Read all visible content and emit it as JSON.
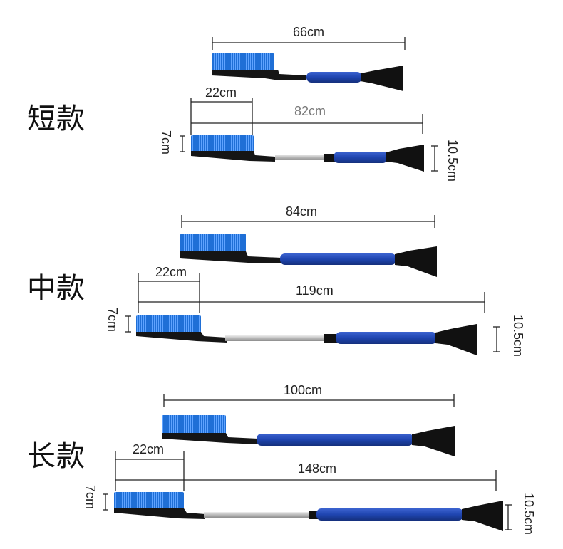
{
  "sections": [
    {
      "title": "短款",
      "full_length": "66cm",
      "head_length": "22cm",
      "ext_length": "82cm",
      "brush_height": "7cm",
      "scraper_width": "10.5cm"
    },
    {
      "title": "中款",
      "full_length": "84cm",
      "head_length": "22cm",
      "ext_length": "119cm",
      "brush_height": "7cm",
      "scraper_width": "10.5cm"
    },
    {
      "title": "长款",
      "full_length": "100cm",
      "head_length": "22cm",
      "ext_length": "148cm",
      "brush_height": "7cm",
      "scraper_width": "10.5cm"
    }
  ],
  "colors": {
    "bristle": "#1f6fd6",
    "foam": "#1f45b0",
    "handle": "#111111",
    "shaft": "#c8c8c8"
  }
}
